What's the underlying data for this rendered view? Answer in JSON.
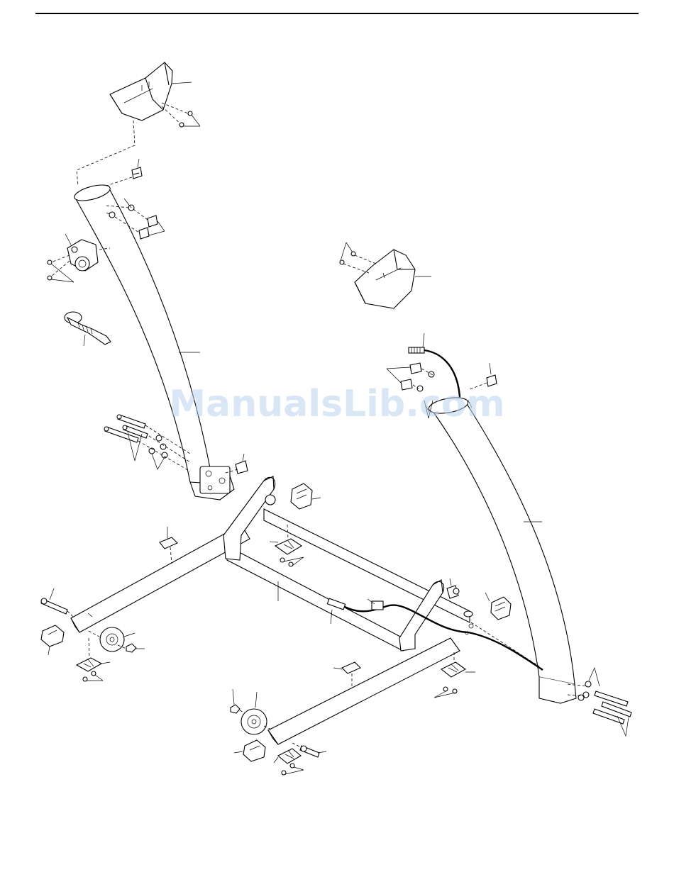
{
  "watermark": {
    "text": "ManualsLib.com",
    "color": "#b9d3ee"
  },
  "colors": {
    "line": "#000000",
    "background": "#ffffff"
  },
  "parts": {
    "left_console_cover": "console-cover",
    "right_console_cover": "console-cover",
    "left_upright": "upright",
    "right_upright": "upright",
    "base_frame": "base-frame",
    "incline_knob": "knob",
    "wheels": "wheel",
    "wire_harness": "wire-harness"
  }
}
